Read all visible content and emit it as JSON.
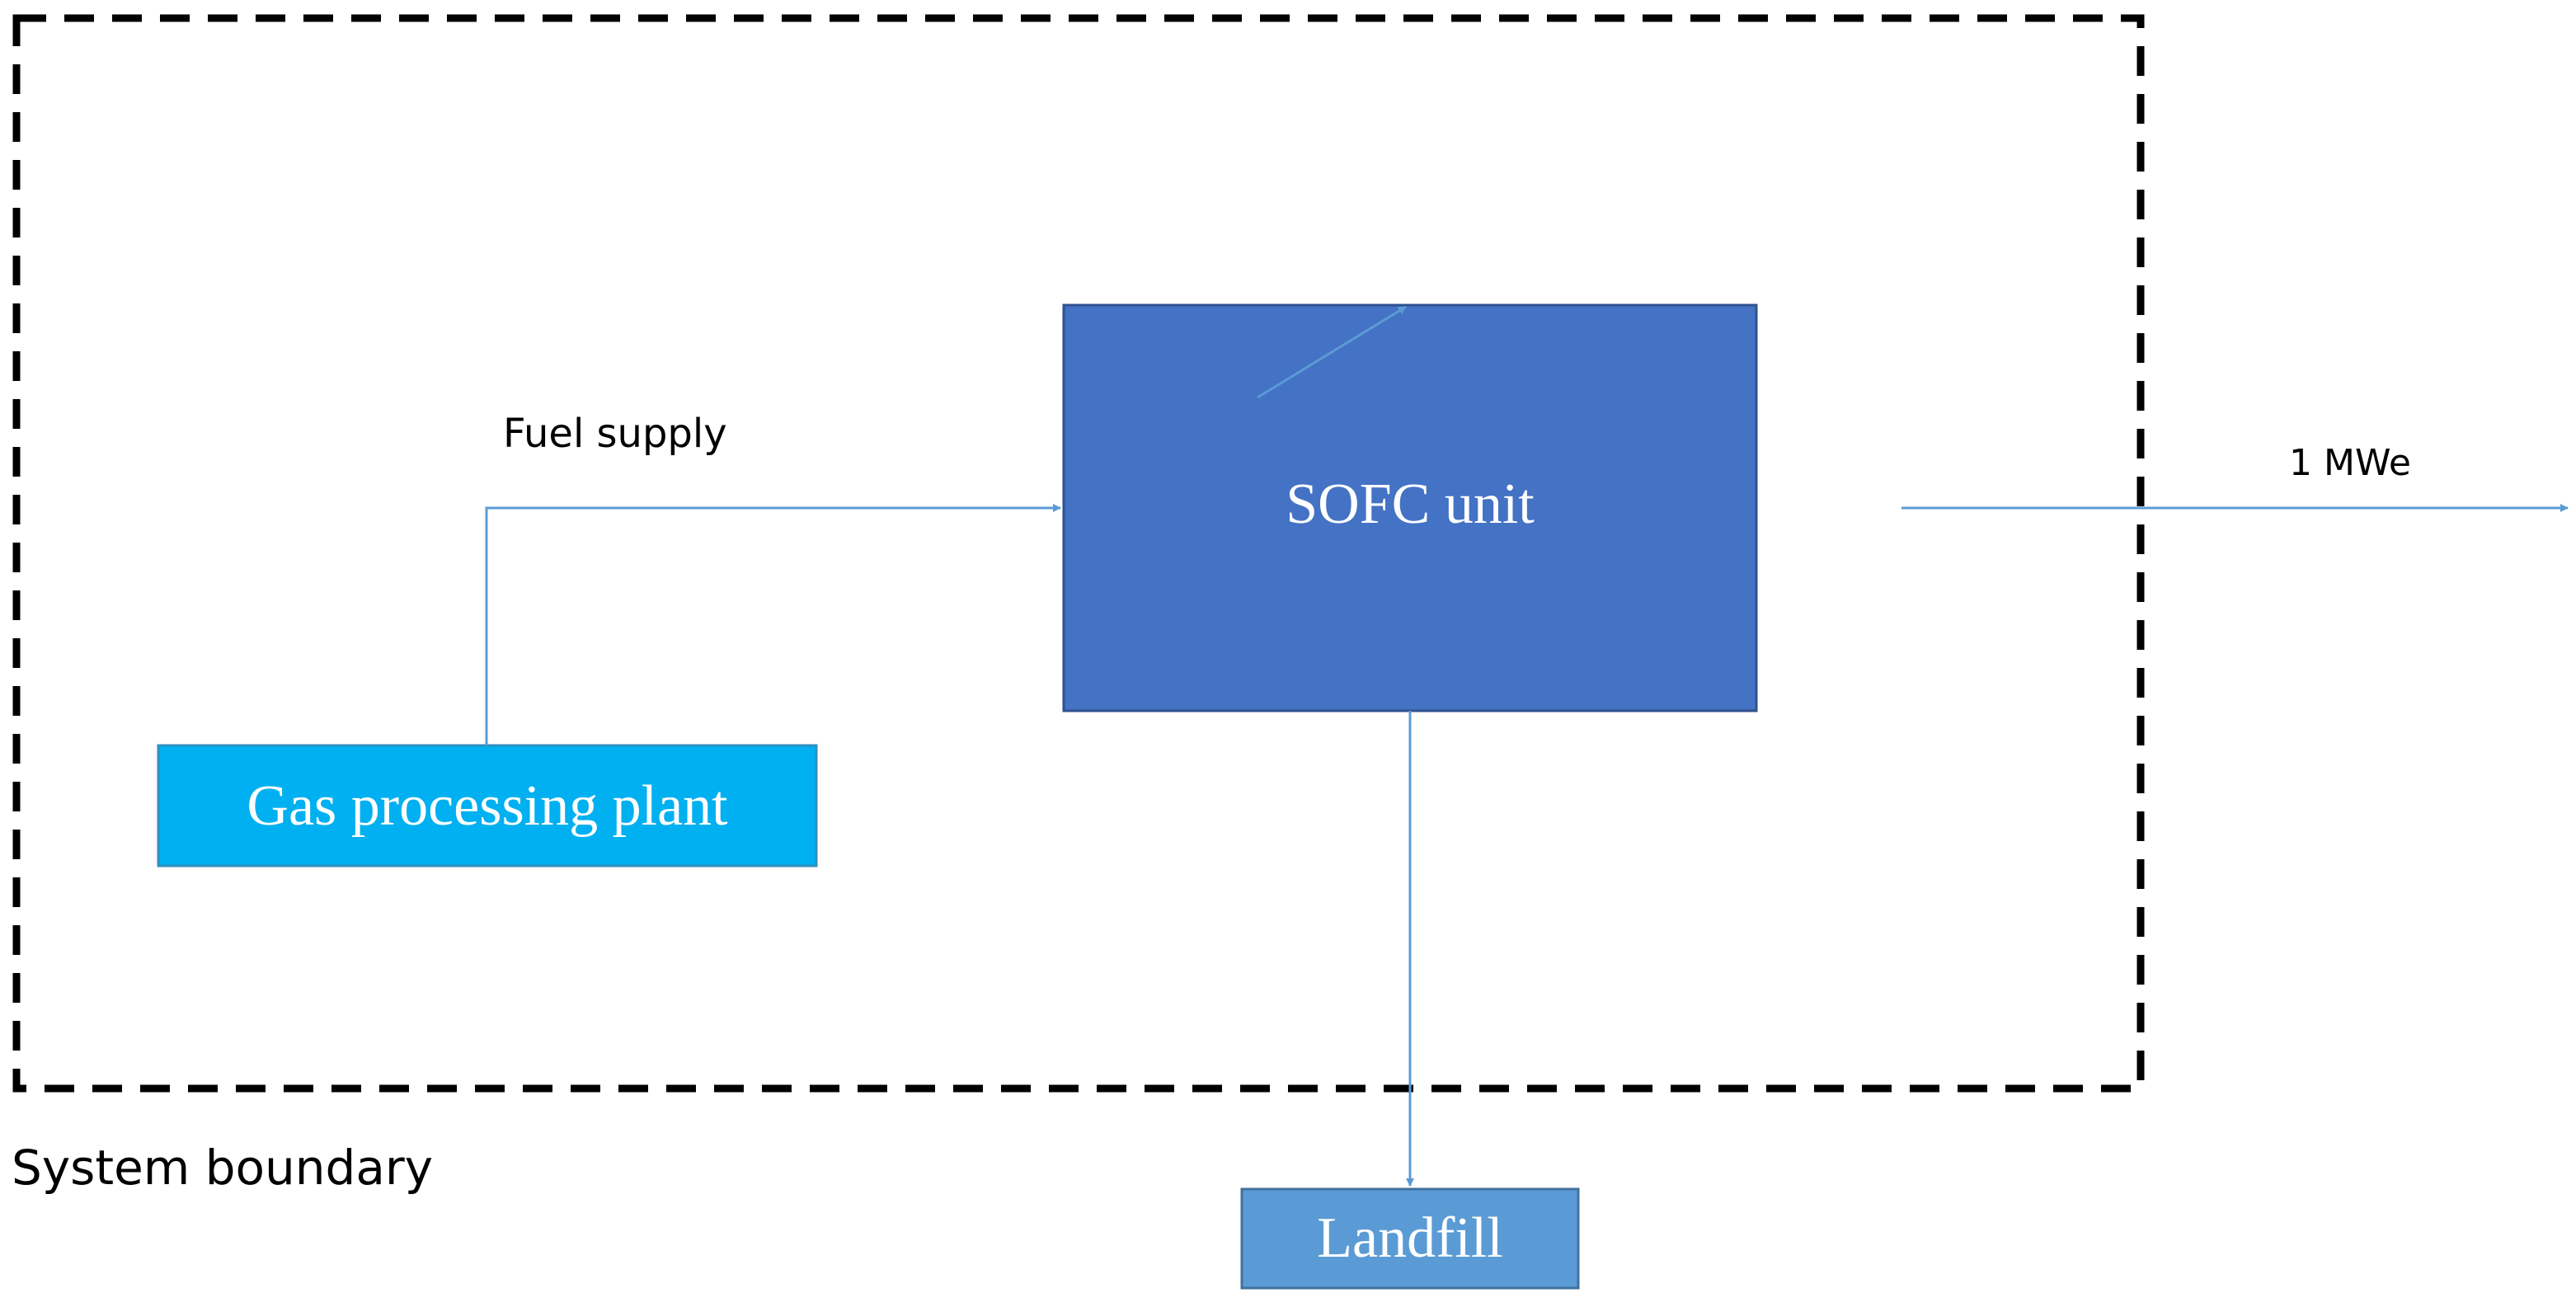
{
  "diagram": {
    "system_boundary_label": "System boundary",
    "nodes": {
      "sofc_unit": "SOFC unit",
      "gas_plant": "Gas processing plant",
      "landfill": "Landfill"
    },
    "edges": {
      "fuel_supply": "Fuel supply",
      "power_output": "1 MWe"
    },
    "colors": {
      "sofc_unit": "#4472C4",
      "gas_plant": "#00B0F0",
      "landfill": "#5B9BD5",
      "arrow": "#5B9BD5",
      "boundary": "#000000"
    }
  }
}
